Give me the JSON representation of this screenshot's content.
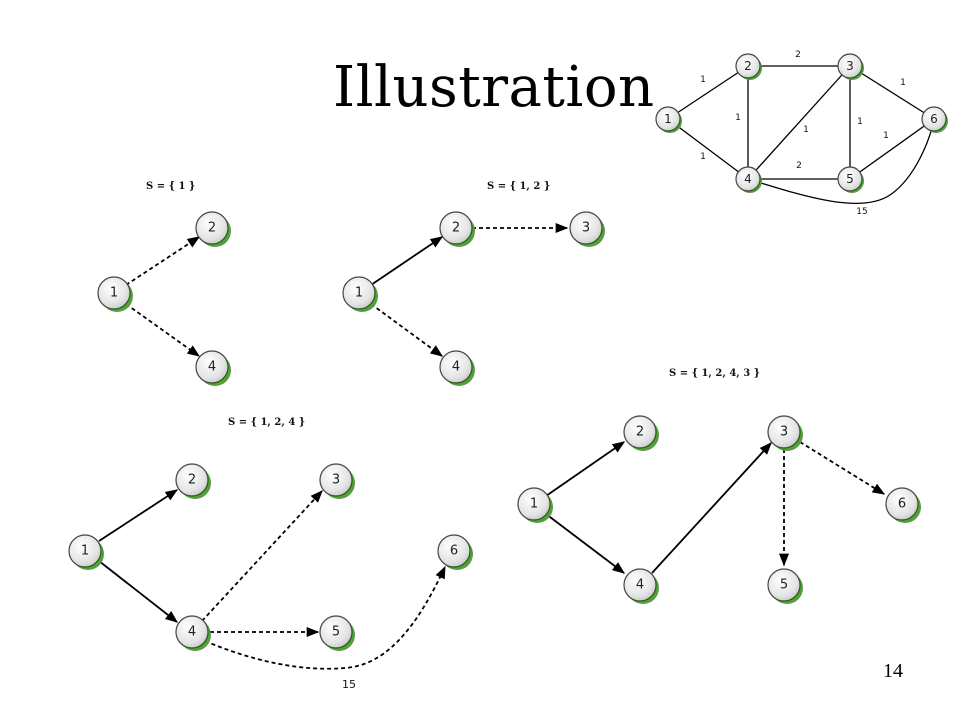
{
  "slide": {
    "title": "Illustration",
    "page_number": "14"
  },
  "graph": {
    "nodes": [
      "1",
      "2",
      "3",
      "4",
      "5",
      "6"
    ],
    "edges": [
      {
        "from": "1",
        "to": "2",
        "weight": "1"
      },
      {
        "from": "1",
        "to": "4",
        "weight": "1"
      },
      {
        "from": "2",
        "to": "3",
        "weight": "2"
      },
      {
        "from": "2",
        "to": "4",
        "weight": "1"
      },
      {
        "from": "3",
        "to": "4",
        "weight": "1"
      },
      {
        "from": "3",
        "to": "5",
        "weight": "1"
      },
      {
        "from": "3",
        "to": "6",
        "weight": "1"
      },
      {
        "from": "4",
        "to": "5",
        "weight": "2"
      },
      {
        "from": "5",
        "to": "6",
        "weight": "1"
      },
      {
        "from": "4",
        "to": "6",
        "weight": "15"
      }
    ]
  },
  "steps": [
    {
      "label": "S = { 1 }"
    },
    {
      "label": "S = { 1, 2 }"
    },
    {
      "label": "S = { 1, 2, 4 }",
      "weight_label": "15"
    },
    {
      "label": "S = { 1, 2, 4, 3 }"
    }
  ],
  "colors": {
    "node_fill": "#e8e8e8",
    "node_shadow": "#4aa62e",
    "edge": "#000000"
  }
}
